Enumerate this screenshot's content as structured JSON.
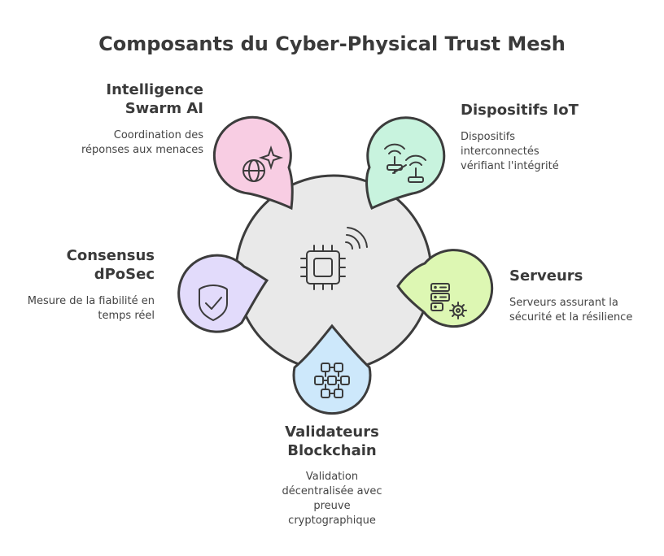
{
  "title": "Composants du Cyber-Physical Trust Mesh",
  "colors": {
    "hub": "#e9e9e9",
    "stroke": "#3c3c3c",
    "swarm": "#f8cde3",
    "iot": "#c8f3de",
    "servers": "#ddf7b3",
    "consensus": "#e2dbfb",
    "blockchain": "#cde8fb"
  },
  "components": [
    {
      "id": "swarm",
      "label_lines": [
        "Intelligence",
        "Swarm AI"
      ],
      "description": "Coordination des réponses aux menaces",
      "icon": "globe-sparkle-icon"
    },
    {
      "id": "iot",
      "label_lines": [
        "Dispositifs IoT"
      ],
      "description": "Dispositifs interconnectés vérifiant l'intégrité",
      "icon": "wifi-devices-icon"
    },
    {
      "id": "servers",
      "label_lines": [
        "Serveurs"
      ],
      "description": "Serveurs assurant la sécurité et la résilience",
      "icon": "server-gear-icon"
    },
    {
      "id": "consensus",
      "label_lines": [
        "Consensus",
        "dPoSec"
      ],
      "description": "Mesure de la fiabilité en temps réel",
      "icon": "shield-check-icon"
    },
    {
      "id": "blockchain",
      "label_lines": [
        "Validateurs",
        "Blockchain"
      ],
      "description": "Validation décentralisée avec preuve cryptographique",
      "icon": "blocks-network-icon"
    }
  ],
  "hub_icon": "chip-signal-icon"
}
